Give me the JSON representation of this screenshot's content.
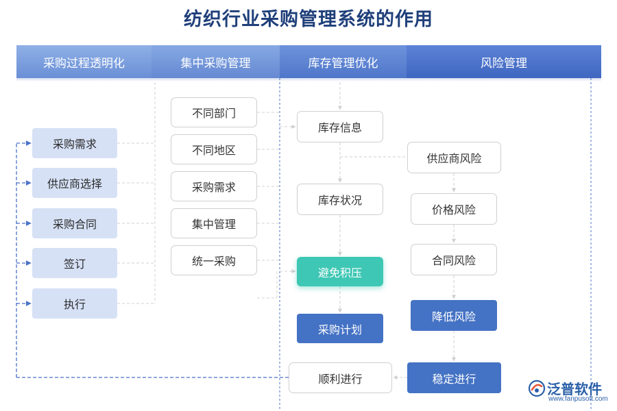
{
  "title": "纺织行业采购管理系统的作用",
  "headers": [
    "采购过程透明化",
    "集中采购管理",
    "库存管理优化",
    "风险管理"
  ],
  "col1": [
    "采购需求",
    "供应商选择",
    "采购合同",
    "签订",
    "执行"
  ],
  "col2": [
    "不同部门",
    "不同地区",
    "采购需求",
    "集中管理",
    "统一采购"
  ],
  "col3": [
    "库存信息",
    "库存状况",
    "避免积压",
    "采购计划",
    "顺利进行"
  ],
  "col4": [
    "供应商风险",
    "价格风险",
    "合同风险",
    "降低风险",
    "稳定进行"
  ],
  "logo": {
    "name": "泛普软件",
    "url": "www.fanpusoft.com"
  },
  "colors": {
    "title": "#1f3f7a",
    "solid": "#4472c4",
    "soft": "#d6e1f6",
    "teal": "#3ec7b4",
    "dashed_line": "#4a72c8"
  }
}
